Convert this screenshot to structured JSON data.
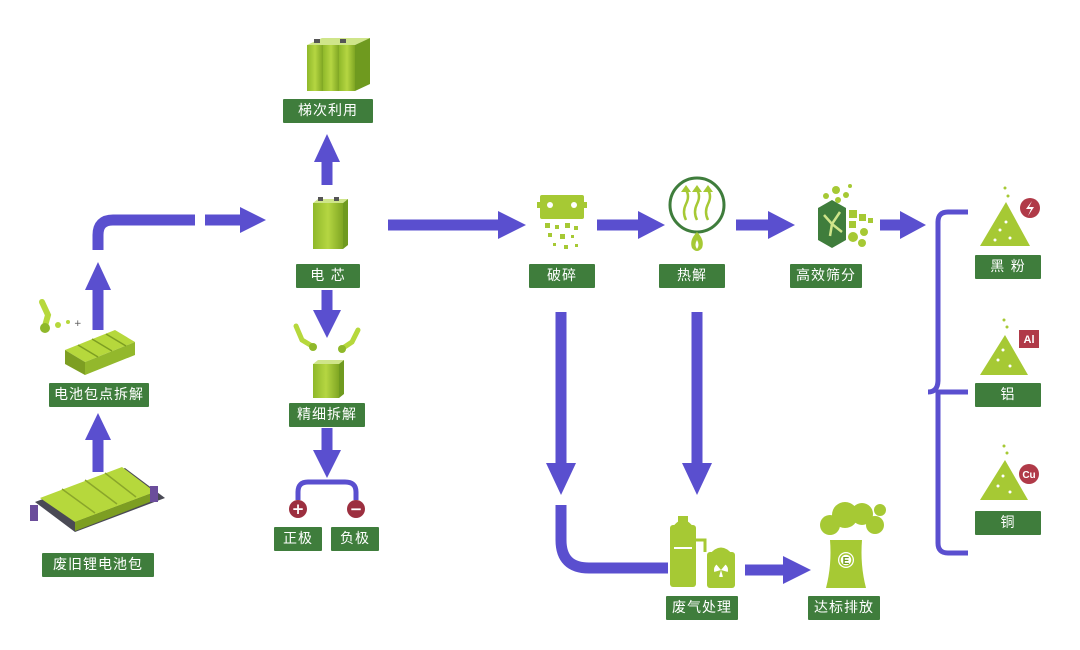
{
  "colors": {
    "flow_arrow": "#5a4fcf",
    "label_bg": "#3f7d3c",
    "label_text": "#ffffff",
    "icon_green": "#a6c934",
    "icon_dark_green": "#6f9a1f",
    "electrode_badge": "#9c2f3f",
    "element_badge": "#b03a48"
  },
  "nodes": {
    "battery_pack": "废旧锂电池包",
    "pack_disassembly": "电池包点拆解",
    "cell": "电 芯",
    "cascade_use": "梯次利用",
    "fine_disassembly": "精细拆解",
    "positive_electrode": "正极",
    "negative_electrode": "负极",
    "crushing": "破碎",
    "pyrolysis": "热解",
    "screening": "高效筛分",
    "black_powder": "黑 粉",
    "aluminum": "铝",
    "copper": "铜",
    "exhaust_treatment": "废气处理",
    "compliant_discharge": "达标排放"
  },
  "symbols": {
    "positive": "+",
    "negative": "−",
    "aluminum": "Al",
    "copper": "Cu",
    "emission": "E"
  }
}
